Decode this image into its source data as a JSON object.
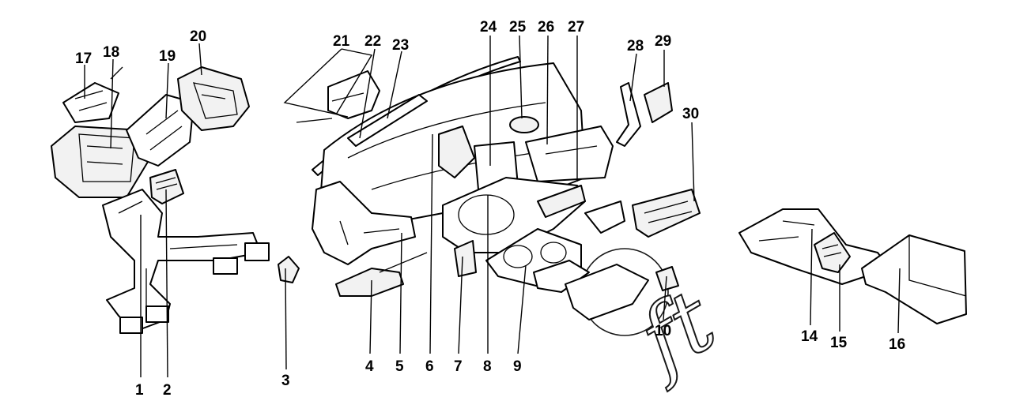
{
  "callouts": [
    {
      "id": "1",
      "label": "1"
    },
    {
      "id": "2",
      "label": "2"
    },
    {
      "id": "3",
      "label": "3"
    },
    {
      "id": "4",
      "label": "4"
    },
    {
      "id": "5",
      "label": "5"
    },
    {
      "id": "6",
      "label": "6"
    },
    {
      "id": "7",
      "label": "7"
    },
    {
      "id": "8",
      "label": "8"
    },
    {
      "id": "9",
      "label": "9"
    },
    {
      "id": "10",
      "label": "10"
    },
    {
      "id": "14",
      "label": "14"
    },
    {
      "id": "15",
      "label": "15"
    },
    {
      "id": "16",
      "label": "16"
    },
    {
      "id": "17",
      "label": "17"
    },
    {
      "id": "18",
      "label": "18"
    },
    {
      "id": "19",
      "label": "19"
    },
    {
      "id": "20",
      "label": "20"
    },
    {
      "id": "21",
      "label": "21"
    },
    {
      "id": "22",
      "label": "22"
    },
    {
      "id": "23",
      "label": "23"
    },
    {
      "id": "24",
      "label": "24"
    },
    {
      "id": "25",
      "label": "25"
    },
    {
      "id": "26",
      "label": "26"
    },
    {
      "id": "27",
      "label": "27"
    },
    {
      "id": "28",
      "label": "28"
    },
    {
      "id": "29",
      "label": "29"
    },
    {
      "id": "30",
      "label": "30"
    }
  ],
  "watermark": "ft"
}
